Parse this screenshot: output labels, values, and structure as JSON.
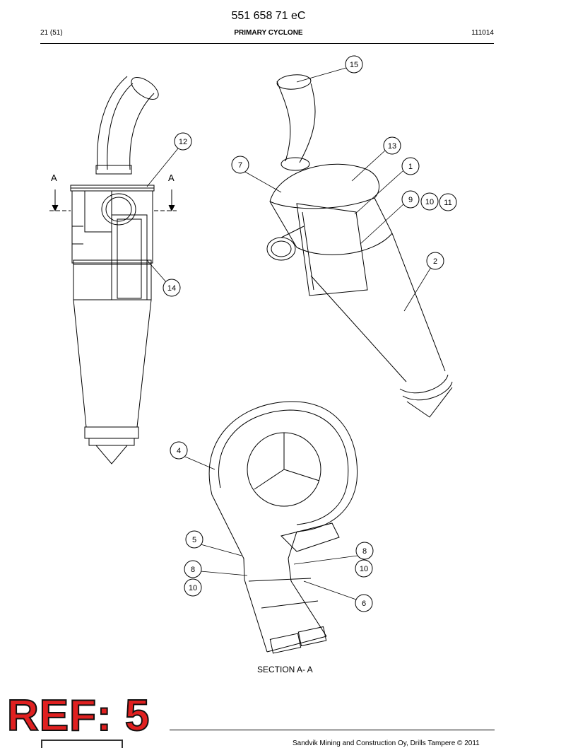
{
  "header": {
    "doc_number": "551 658 71 eC",
    "page": "21 (51)",
    "title": "PRIMARY CYCLONE",
    "code": "111014"
  },
  "section": {
    "marker_left": "A",
    "marker_right": "A",
    "caption": "SECTION A- A"
  },
  "callouts": [
    "15",
    "12",
    "13",
    "7",
    "1",
    "9",
    "10",
    "11",
    "2",
    "14",
    "4",
    "5",
    "8",
    "10",
    "8",
    "10",
    "6"
  ],
  "stamp": {
    "text": "REF: 5",
    "color": "#e02020"
  },
  "footer": {
    "copyright": "Sandvik Mining and Construction Oy, Drills Tampere © 2011"
  }
}
